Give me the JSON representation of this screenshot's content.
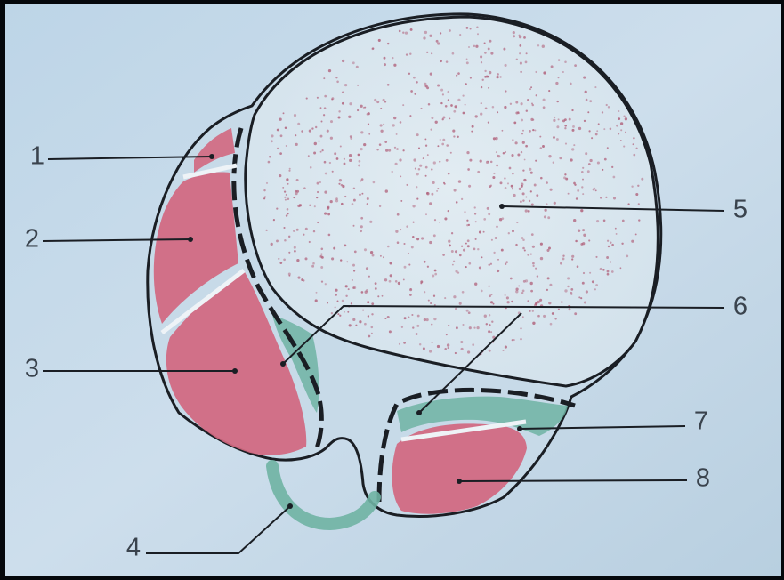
{
  "labels": [
    {
      "id": "1",
      "text": "1"
    },
    {
      "id": "2",
      "text": "2"
    },
    {
      "id": "3",
      "text": "3"
    },
    {
      "id": "4",
      "text": "4"
    },
    {
      "id": "5",
      "text": "5"
    },
    {
      "id": "6",
      "text": "6"
    },
    {
      "id": "7",
      "text": "7"
    },
    {
      "id": "8",
      "text": "8"
    }
  ],
  "colors": {
    "background": "#b9d2e4",
    "background_light": "#cddeec",
    "outline": "#1a1e24",
    "yolk": "#dbe7ef",
    "yolk_dots": "#b0607a",
    "mesoderm_pink": "#d1677f",
    "endoderm_green": "#6fb3a3",
    "label_gray": "#3a434d"
  }
}
